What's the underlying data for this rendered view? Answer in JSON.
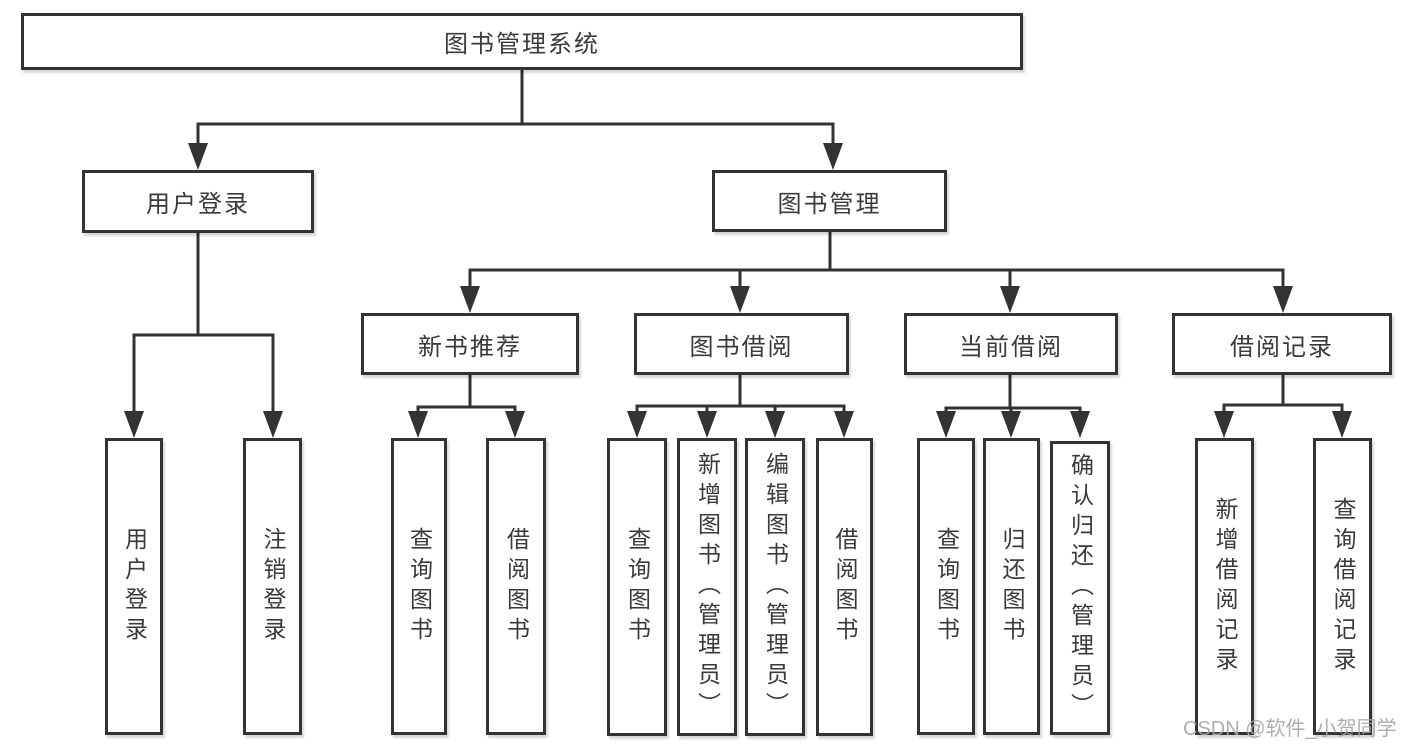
{
  "nodes": {
    "root": {
      "label": "图书管理系统"
    },
    "user_login": {
      "label": "用户登录"
    },
    "book_mgmt": {
      "label": "图书管理"
    },
    "user_login_leaf": {
      "label": "用户登录"
    },
    "logout_leaf": {
      "label": "注销登录"
    },
    "new_book_rec": {
      "label": "新书推荐"
    },
    "book_borrow": {
      "label": "图书借阅"
    },
    "current_borrow": {
      "label": "当前借阅"
    },
    "borrow_records": {
      "label": "借阅记录"
    },
    "nbr_query_books": {
      "label": "查询图书"
    },
    "nbr_borrow_books": {
      "label": "借阅图书"
    },
    "bb_query_books": {
      "label": "查询图书"
    },
    "bb_add_books": {
      "label": "新增图书（管理员）"
    },
    "bb_edit_books": {
      "label": "编辑图书（管理员）"
    },
    "bb_borrow_books": {
      "label": "借阅图书"
    },
    "cb_query_books": {
      "label": "查询图书"
    },
    "cb_return_books": {
      "label": "归还图书"
    },
    "cb_confirm_return": {
      "label": "确认归还（管理员）"
    },
    "br_add_record": {
      "label": "新增借阅记录"
    },
    "br_query_record": {
      "label": "查询借阅记录"
    }
  },
  "structure": {
    "图书管理系统": {
      "用户登录": [
        "用户登录",
        "注销登录"
      ],
      "图书管理": {
        "新书推荐": [
          "查询图书",
          "借阅图书"
        ],
        "图书借阅": [
          "查询图书",
          "新增图书（管理员）",
          "编辑图书（管理员）",
          "借阅图书"
        ],
        "当前借阅": [
          "查询图书",
          "归还图书",
          "确认归还（管理员）"
        ],
        "借阅记录": [
          "新增借阅记录",
          "查询借阅记录"
        ]
      }
    }
  },
  "watermark": {
    "text": "CSDN @软件_小贺同学"
  },
  "colors": {
    "line": "#333333",
    "border": "#333333",
    "text": "#3a3a3a",
    "background": "#ffffff",
    "watermark": "#a5a5a5"
  }
}
